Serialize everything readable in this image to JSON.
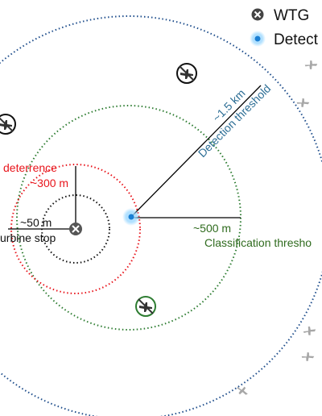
{
  "legend": {
    "wtg_label": "WTG",
    "detector_label": "Detect"
  },
  "labels": {
    "detection_range": "~1.5 km",
    "detection_threshold": "Detection threshold",
    "classification_range": "~500 m",
    "classification_threshold": "Classification thresho",
    "deterrence": "deterrence",
    "deterrence_range": "~300 m",
    "turbine_stop_range": "~50 m",
    "turbine_stop": "urbine stop"
  },
  "colors": {
    "detection": "#1f4e8c",
    "detection_label": "#2e6f96",
    "classification": "#2e7d32",
    "classification_label": "#2f6b1e",
    "deterrence": "#e8141b",
    "turbine_stop": "#111111",
    "detector": "#1a7fd4",
    "detector_glow": "#8fd3ff",
    "bird": "#a7a7a7"
  },
  "icons": {
    "wtg": "wtg-icon",
    "detector": "detector-icon",
    "bird": "bird-icon",
    "bird_marker": "bird-marker-icon"
  }
}
